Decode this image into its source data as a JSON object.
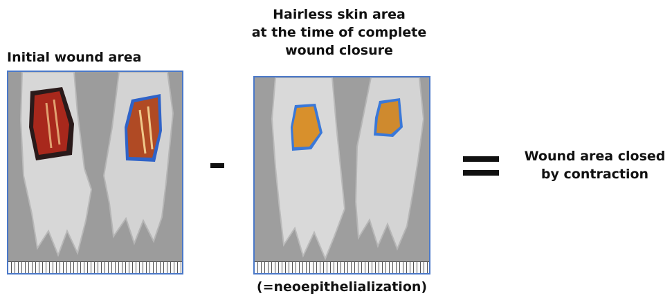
{
  "left_panel": {
    "title": "Initial wound area",
    "photo_icon": "rat-paws-initial-wound-photo"
  },
  "middle_panel": {
    "title_lines": [
      "Hairless skin area",
      "at the time of complete",
      "wound closure"
    ],
    "caption": "(=neoepithelialization)",
    "photo_icon": "rat-paws-closed-wound-photo"
  },
  "operators": {
    "minus": "minus-sign",
    "equals": "equals-sign"
  },
  "result": {
    "lines": [
      "Wound area closed",
      "by contraction"
    ]
  },
  "colors": {
    "frame": "#4a78c8",
    "wound_red": "#a8281c",
    "wound_dark": "#2a1a1a",
    "healed_orange": "#d8902c",
    "outline_blue": "#3a78d8"
  }
}
